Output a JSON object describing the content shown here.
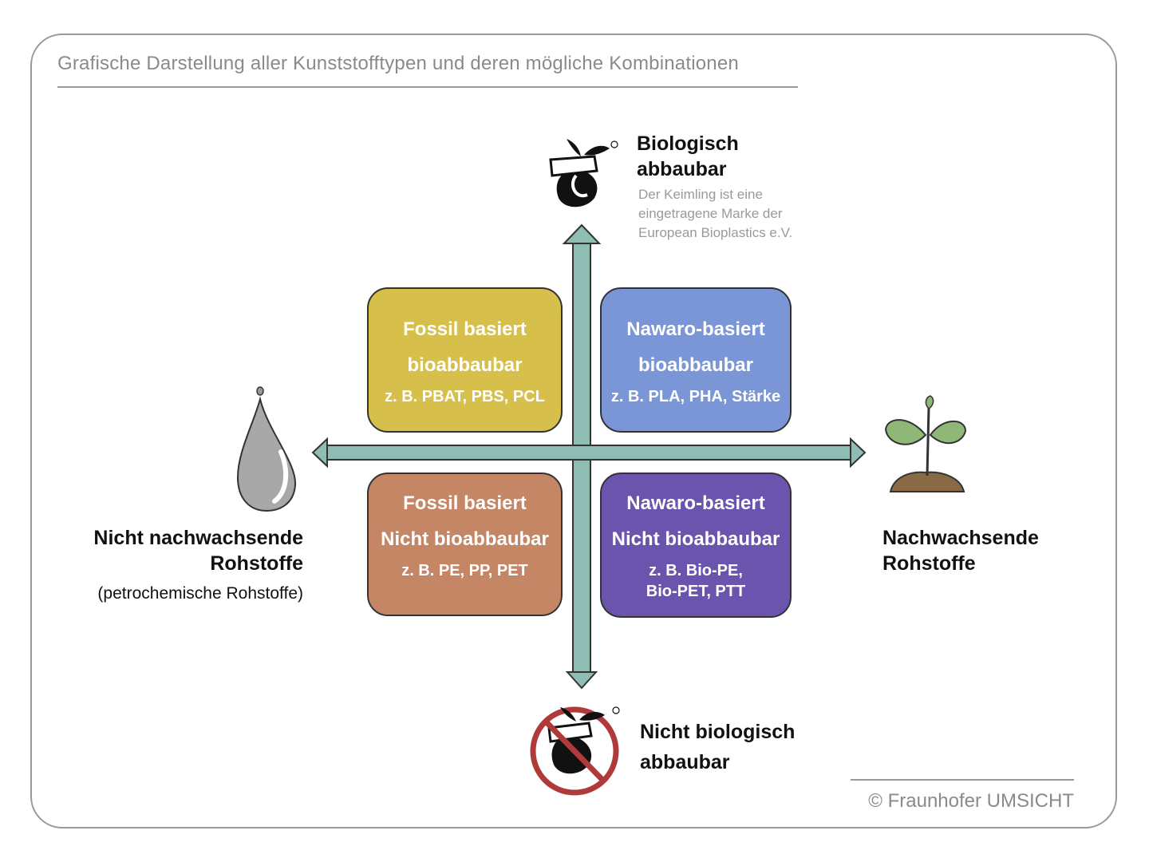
{
  "header": {
    "title": "Grafische Darstellung aller Kunststofftypen und deren mögliche Kombinationen"
  },
  "axes": {
    "top": {
      "line1": "Biologisch",
      "line2": "abbaubar",
      "note1": "Der Keimling ist eine",
      "note2": "eingetragene Marke der",
      "note3": "European Bioplastics e.V."
    },
    "bottom": {
      "line1": "Nicht biologisch",
      "line2": "abbaubar"
    },
    "left": {
      "line1": "Nicht nachwachsende",
      "line2": "Rohstoffe",
      "sub": "(petrochemische Rohstoffe)"
    },
    "right": {
      "line1": "Nachwachsende",
      "line2": "Rohstoffe"
    }
  },
  "quadrants": {
    "top_left": {
      "line1": "Fossil basiert",
      "line2": "bioabbaubar",
      "examples": "z. B. PBAT, PBS, PCL"
    },
    "top_right": {
      "line1": "Nawaro-basiert",
      "line2": "bioabbaubar",
      "examples": "z. B. PLA, PHA, Stärke"
    },
    "bottom_left": {
      "line1": "Fossil basiert",
      "line2": "Nicht bioabbaubar",
      "examples": "z. B. PE, PP, PET"
    },
    "bottom_right": {
      "line1": "Nawaro-basiert",
      "line2": "Nicht bioabbaubar",
      "examples1": "z. B. Bio-PE,",
      "examples2": "Bio-PET, PTT"
    }
  },
  "icons": {
    "top": "seedling-logo-icon",
    "bottom": "no-seedling-logo-icon",
    "left": "oil-drop-icon",
    "right": "plant-sprout-icon"
  },
  "footer": {
    "copyright": "© Fraunhofer UMSICHT"
  },
  "colors": {
    "axis": "#8fbdb3",
    "fossil_bio": "#d6bf4a",
    "nawaro_bio": "#7a96d6",
    "fossil_non": "#c48664",
    "nawaro_non": "#6a54ad",
    "prohibition": "#b03a3a"
  }
}
